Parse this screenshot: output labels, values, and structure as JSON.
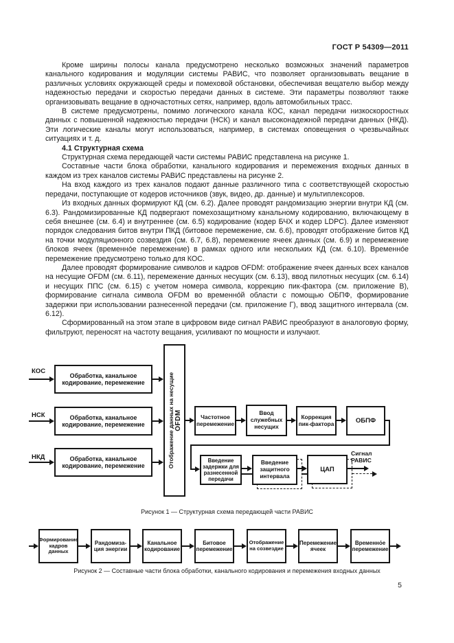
{
  "header": {
    "doc_number": "ГОСТ Р 54309—2011"
  },
  "body": {
    "p1": "Кроме ширины полосы канала предусмотрено несколько возможных значений параметров канального кодирования и модуляции системы РАВИС, что позволяет организовывать вещание в различных условиях окружающей среды и помеховой обстановки, обеспечивая вещателю выбор между надежностью передачи и скоростью передачи данных в системе. Эти параметры позволяют также организовывать вещание в одночастотных сетях, например, вдоль автомобильных трасс.",
    "p2": "В системе предусмотрены, помимо логического канала КОС, канал передачи низкоскоростных данных с повышенной надежностью передачи (НСК) и канал высоконадежной передачи данных (НКД). Эти логические каналы могут использоваться, например, в системах оповещения о чрезвычайных ситуациях и т. д.",
    "heading_41": "4.1 Структурная схема",
    "p3": "Структурная схема передающей части системы РАВИС представлена на рисунке 1.",
    "p4": "Составные части блока обработки, канального кодирования и перемежения входных данных в каждом из трех каналов системы РАВИС представлены на рисунке 2.",
    "p5": "На вход каждого из трех каналов подают данные различного типа с соответствующей скоростью передачи, поступающие от кодеров источников (звук, видео, др. данные) и мультиплексоров.",
    "p6": "Из входных данных формируют КД (см. 6.2). Далее проводят рандомизацию энергии внутри КД (см. 6.3). Рандомизированные КД подвергают помехозащитному канальному кодированию, включающему в себя внешнее (см. 6.4) и внутреннее (см. 6.5) кодирование (кодер БЧХ и кодер LDPC). Далее изменяют порядок следования битов внутри ПКД (битовое перемежение, см. 6.6), проводят отображение битов КД на точки модуляционного созвездия (см. 6.7, 6.8), перемежение ячеек данных (см. 6.9) и перемежение блоков ячеек (временно́е перемежение) в рамках одного или нескольких КД (см. 6.10). Временно́е перемежение предусмотрено только для КОС.",
    "p7": "Далее проводят формирование символов и кадров OFDM: отображение ячеек данных всех каналов на несущие OFDM (см. 6.11), перемежение данных несущих (см. 6.13), ввод пилотных несущих (см. 6.14) и несущих ППС (см. 6.15) с учетом номера символа, коррекцию пик-фактора (см. приложение В), формирование сигнала символа OFDM во временно́й области с помощью ОБПФ, формирование задержки при использовании разнесенной передачи (см. приложение Г), ввод защитного интервала (см. 6.12).",
    "p8": "Сформированный на этом этапе в цифровом виде сигнал РАВИС преобразуют в аналоговую форму, фильтруют, переносят на частоту вещания, усиливают по мощности и излучают."
  },
  "figure1": {
    "caption": "Рисунок 1 — Структурная схема передающей части РАВИС",
    "channels": [
      "КОС",
      "НСК",
      "НКД"
    ],
    "processing_box": "Обработка, канальное\nкодирование, перемежение",
    "mapping_line1": "Отображение данных на несущие",
    "mapping_line2": "OFDM",
    "freq_interleaving": "Частотное\nперемежение",
    "service_carriers": "Ввод\nслужебных\nнесущих",
    "papr_correction": "Коррекция\nпик-фактора",
    "ifft": "ОБПФ",
    "diversity_delay": "Введение\nзадержки для\nразнесенной\nпередачи",
    "guard_interval": "Введение\nзащитного\nинтервала",
    "dac": "ЦАП",
    "output_signal": "Сигнал\nРАВИС"
  },
  "figure2": {
    "caption": "Рисунок 2 — Составные части блока обработки, канального кодирования и перемежения входных данных",
    "boxes": [
      "Формирование\nкадров\nданных",
      "Рандомиза-\nция энергии",
      "Канальное\nкодирование",
      "Битовое\nперемежение",
      "Отображение\nна созвездие",
      "Перемежение\nячеек",
      "Временно́е\nперемежение"
    ]
  },
  "footer": {
    "page_number": "5"
  }
}
